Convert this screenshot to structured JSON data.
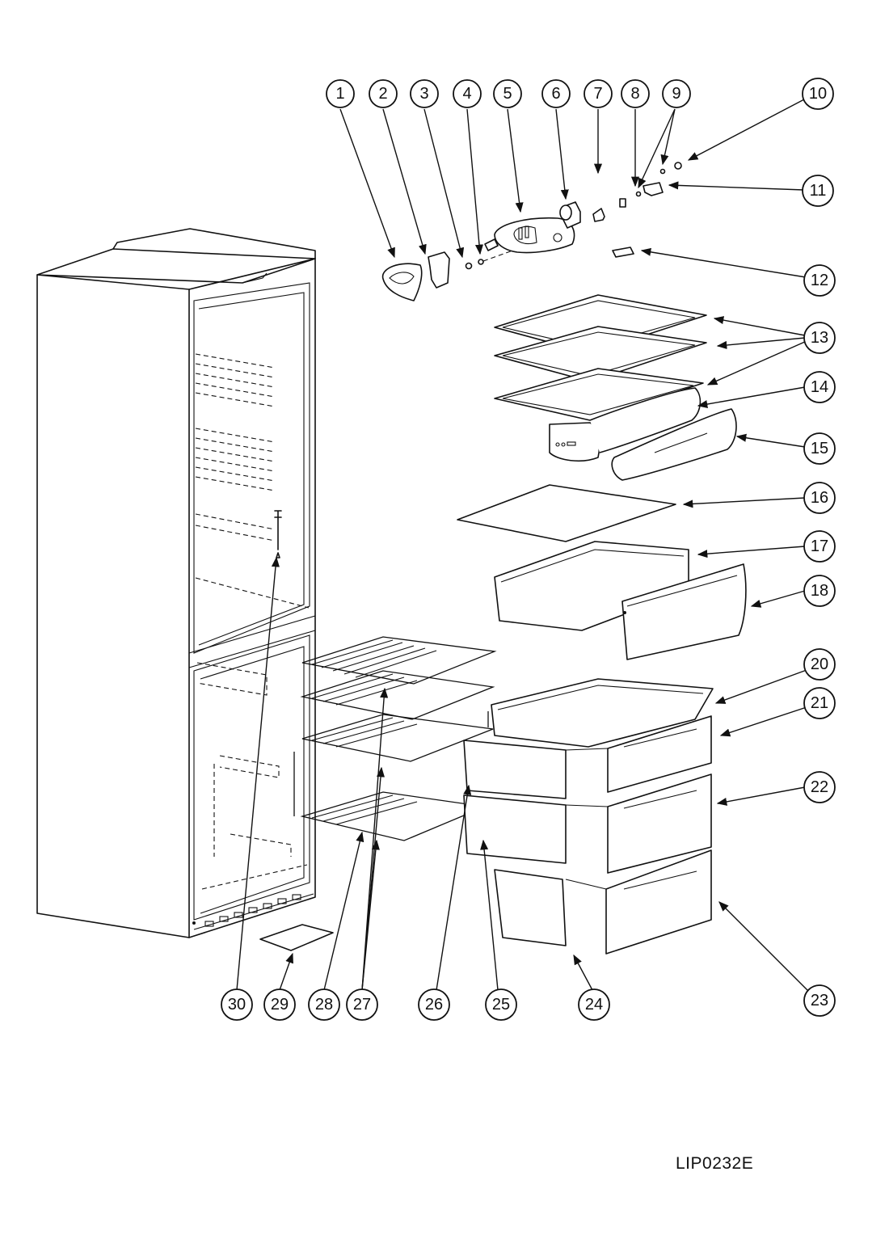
{
  "document_code": "LIP0232E",
  "callouts": [
    {
      "n": "1"
    },
    {
      "n": "2"
    },
    {
      "n": "3"
    },
    {
      "n": "4"
    },
    {
      "n": "5"
    },
    {
      "n": "6"
    },
    {
      "n": "7"
    },
    {
      "n": "8"
    },
    {
      "n": "9"
    },
    {
      "n": "10"
    },
    {
      "n": "11"
    },
    {
      "n": "12"
    },
    {
      "n": "13"
    },
    {
      "n": "14"
    },
    {
      "n": "15"
    },
    {
      "n": "16"
    },
    {
      "n": "17"
    },
    {
      "n": "18"
    },
    {
      "n": "20"
    },
    {
      "n": "21"
    },
    {
      "n": "22"
    },
    {
      "n": "23"
    },
    {
      "n": "24"
    },
    {
      "n": "25"
    },
    {
      "n": "26"
    },
    {
      "n": "27"
    },
    {
      "n": "28"
    },
    {
      "n": "29"
    },
    {
      "n": "30"
    }
  ]
}
